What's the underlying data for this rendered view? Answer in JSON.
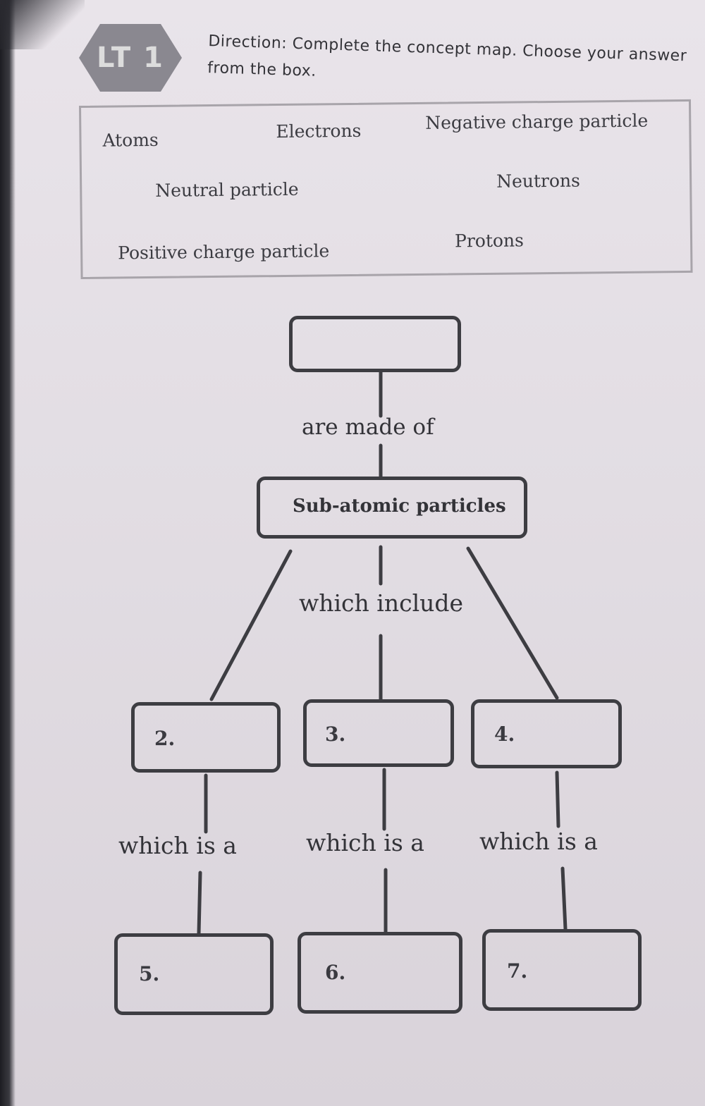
{
  "badge": {
    "label": "LT 1"
  },
  "direction": {
    "line1": "Direction:  Complete the concept map. Choose your answer",
    "line2": "from the box."
  },
  "choices": [
    "Atoms",
    "Electrons",
    "Negative charge particle",
    "Neutral particle",
    "Neutrons",
    "Positive charge particle",
    "Protons"
  ],
  "concept_map": {
    "top_node": {
      "number": "",
      "text": ""
    },
    "link_made_of": "are made of",
    "middle_node": {
      "text": "Sub-atomic particles"
    },
    "link_include": "which include",
    "particle_nodes": [
      {
        "number": "2.",
        "text": ""
      },
      {
        "number": "3.",
        "text": ""
      },
      {
        "number": "4.",
        "text": ""
      }
    ],
    "link_which_is": [
      "which is a",
      "which is a",
      "which is a"
    ],
    "charge_nodes": [
      {
        "number": "5.",
        "text": ""
      },
      {
        "number": "6.",
        "text": ""
      },
      {
        "number": "7.",
        "text": ""
      }
    ]
  }
}
